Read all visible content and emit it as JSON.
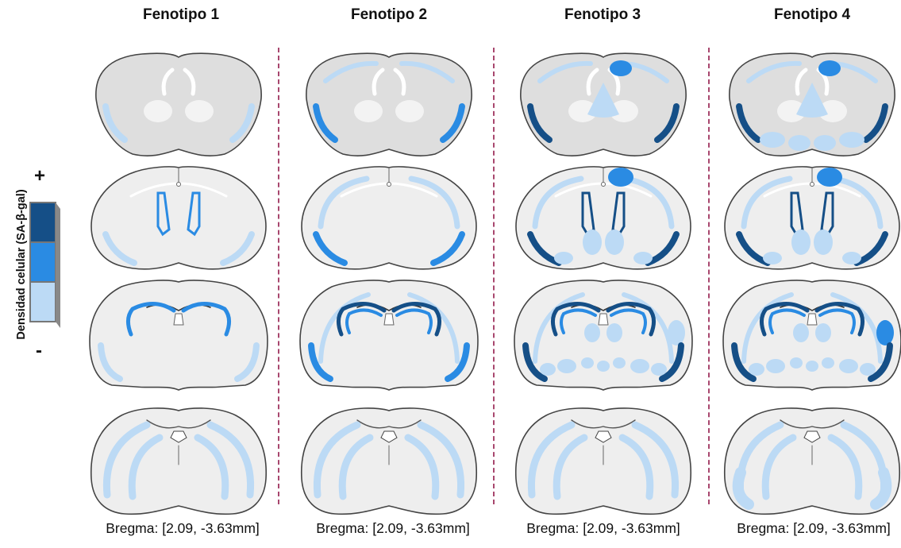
{
  "columns": [
    {
      "title": "Fenotipo 1",
      "caption": "Bregma: [2.09, -3.63mm]"
    },
    {
      "title": "Fenotipo 2",
      "caption": "Bregma: [2.09, -3.63mm]"
    },
    {
      "title": "Fenotipo 3",
      "caption": "Bregma: [2.09, -3.63mm]"
    },
    {
      "title": "Fenotipo 4",
      "caption": "Bregma: [2.09, -3.63mm]"
    }
  ],
  "legend": {
    "label": "Densidad celular (SA-β-gal)",
    "plus": "+",
    "minus": "-",
    "levels": [
      {
        "level": "high",
        "color": "#154f87"
      },
      {
        "level": "medium",
        "color": "#2a8be3"
      },
      {
        "level": "low",
        "color": "#bcdaf5"
      }
    ]
  },
  "colors": {
    "high": "#154f87",
    "medium": "#2a8be3",
    "low": "#bcdaf5",
    "brain_outline": "#444444",
    "brain_fill": "#eeeeee",
    "divider": "#a8476e"
  }
}
